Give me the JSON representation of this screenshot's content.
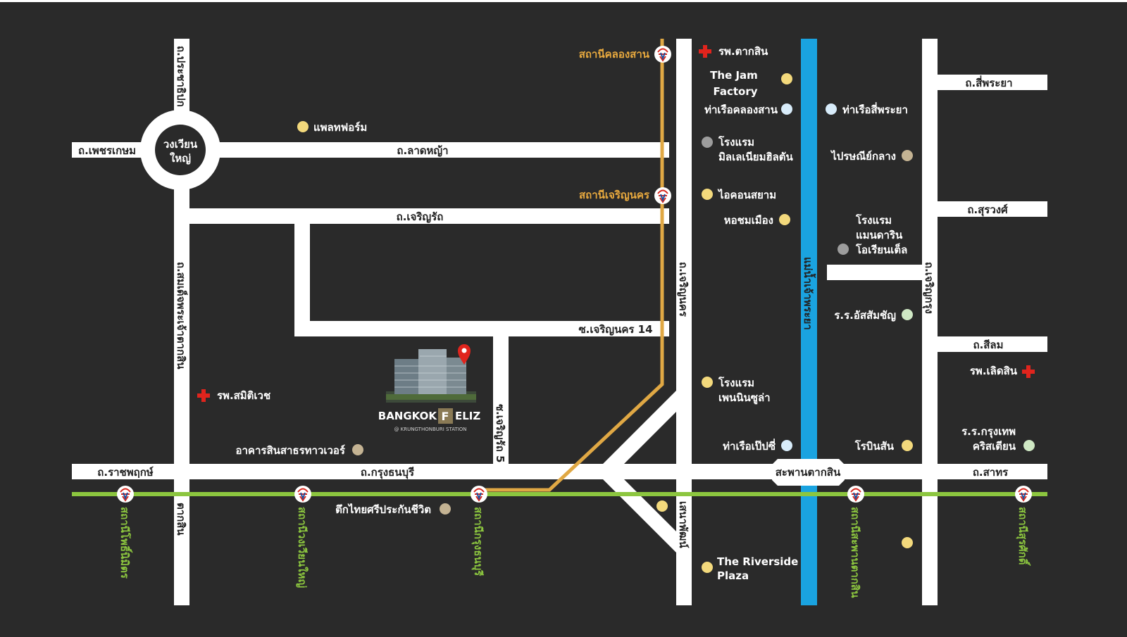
{
  "colors": {
    "background": "#2a2a2a",
    "road": "#ffffff",
    "gold_line": "#e0a844",
    "green_line": "#8cc63f",
    "river": "#1aa3e0",
    "dot_yellow": "#f3d97c",
    "dot_grey": "#9d9d9d",
    "dot_tan": "#c4b393",
    "dot_blue": "#d8ecfa",
    "dot_green": "#cfe8c4",
    "hospital": "#e0241d",
    "pin": "#e0241d"
  },
  "roads": {
    "phetkasem": "ถ.เพชรเกษม",
    "lat_ya": "ถ.ลาดหญ้า",
    "charoen_rat": "ถ.เจริญรัถ",
    "ratchaphruek": "ถ.ราชพฤกษ์",
    "krung_thonburi": "ถ.กรุงธนบุรี",
    "prachathipok": "ถ.ประชาธิปก",
    "somdet_phra_chao_taksin": "ถ.สมเด็จพระเจ้าตากสิน",
    "charoen_nakhon": "ถ.เจริญนคร",
    "charoen_krung": "ถ.เจริญกรุง",
    "si_phraya": "ถ.สี่พระยา",
    "surawong": "ถ.สุรวงศ์",
    "silom": "ถ.สีลม",
    "sathorn": "ถ.สาทร",
    "soi_charoen_nakhon_14": "ซ.เจริญนคร 14",
    "soi_charoen_rat_5": "ซ.เจริญรัถ 5",
    "taksin_bridge": "สะพานตากสิน",
    "river": "แม่น้ำเจ้าพระยา",
    "wongwian_yai": [
      "วงเวียน",
      "ใหญ่"
    ],
    "tak_sin_bottom": "ตากสิน",
    "charoen_nakhon_bottom": "เสนาพัฒน์"
  },
  "stations": {
    "khlong_san": "สถานีคลองสาน",
    "charoen_nakhon": "สถานีเจริญนคร",
    "pho_nimit": "สถานีโพธิ์นิมิตร",
    "wongwian_yai": "สถานีวงเวียนใหญ่",
    "krung_thon_buri": "สถานีกรุงธนบุรี",
    "saphan_taksin": "สถานีสะพานตากสิน",
    "surasak": "สถานีสุรศักดิ์"
  },
  "places": {
    "platform": "แพลทฟอร์ม",
    "taksin_hospital": "รพ.ตากสิน",
    "jam_factory": [
      "The Jam",
      "Factory"
    ],
    "khlong_san_pier": "ท่าเรือคลองสาน",
    "si_phraya_pier": "ท่าเรือสี่พระยา",
    "millennium_hilton": [
      "โรงแรม",
      "มิลเลเนียมฮิลตัน"
    ],
    "post_office": "ไปรษณีย์กลาง",
    "iconsiam": "ไอคอนสยาม",
    "hor_chom_muang": "หอชมเมือง",
    "mandarin_oriental": [
      "โรงแรม",
      "แมนดาริน",
      "โอเรียนเต็ล"
    ],
    "assumption": "ร.ร.อัสสัมชัญ",
    "lerdsin_hospital": "รพ.เลิดสิน",
    "samitivej": "รพ.สมิติเวช",
    "peninsula": [
      "โรงแรม",
      "เพนนินซูล่า"
    ],
    "sin_sathorn_tower": "อาคารสินสาธรทาวเวอร์",
    "pepsi_pier": "ท่าเรือเป๊ปซี่",
    "robinson": "โรบินสัน",
    "bangkok_christian": [
      "ร.ร.กรุงเทพ",
      "คริสเตียน"
    ],
    "thai_sri_insurance": "ตึกไทยศรีประกันชีวิต",
    "riverside_plaza": [
      "The Riverside",
      "Plaza"
    ]
  },
  "project": {
    "name": "BANGKOK FELIZ",
    "name_left": "BANGKOK",
    "name_mark": "F",
    "name_right": "ELIZ",
    "subtitle": "@ KRUNGTHONBURI STATION"
  },
  "icons": {
    "station": "bts-station-icon",
    "hospital": "hospital-cross-icon",
    "pin": "location-pin-icon"
  }
}
